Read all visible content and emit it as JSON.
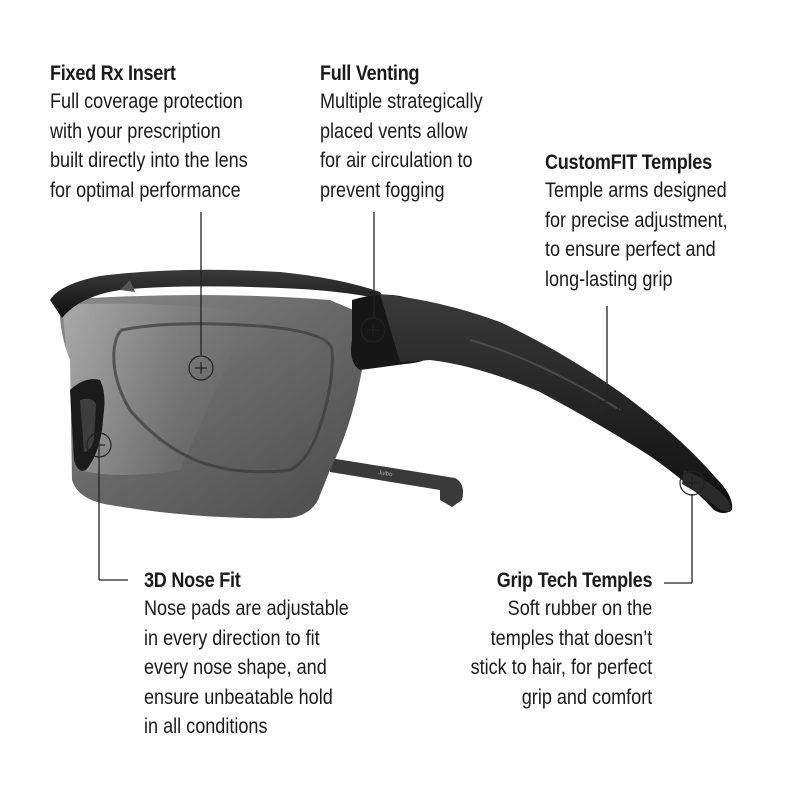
{
  "callouts": {
    "fixed_rx_insert": {
      "title": "Fixed Rx Insert",
      "description": "Full coverage protection\nwith your prescription\nbuilt directly into the lens\nfor optimal performance"
    },
    "full_venting": {
      "title": "Full Venting",
      "description": "Multiple strategically\nplaced vents allow\nfor air circulation to\nprevent fogging"
    },
    "customfit_temples": {
      "title": "CustomFIT Temples",
      "description": "Temple arms designed\nfor precise adjustment,\nto ensure perfect and\nlong-lasting grip"
    },
    "nose_fit": {
      "title": "3D Nose Fit",
      "description": "Nose pads are adjustable\nin every direction to fit\nevery nose shape, and\nensure unbeatable hold\nin all conditions"
    },
    "grip_tech_temples": {
      "title": "Grip Tech Temples",
      "description": "Soft rubber on the\ntemples that doesn’t\nstick to hair, for perfect\ngrip and comfort"
    }
  },
  "colors": {
    "frame": "#151515",
    "lens": "#6e6e6e",
    "logo_accent": "#d8262b",
    "leader_line": "#222222"
  },
  "product": {
    "image": "sunglasses-side-view",
    "brand_logo": "red-J-logo",
    "temple_engraving": "Julbo"
  }
}
